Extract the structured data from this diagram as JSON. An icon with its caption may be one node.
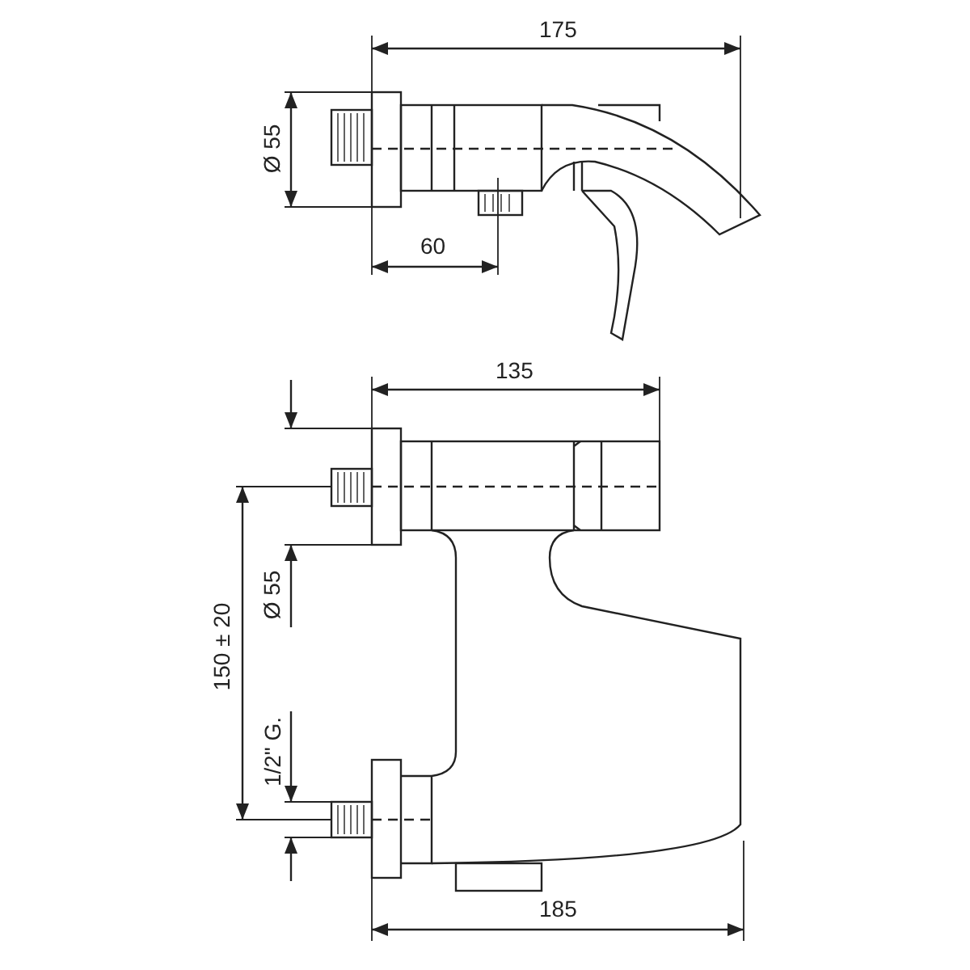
{
  "diagram": {
    "labels": [
      "175",
      "Ø 55",
      "60",
      "135",
      "150 ± 20",
      "Ø 55",
      "1/2\" G.",
      "185"
    ]
  }
}
